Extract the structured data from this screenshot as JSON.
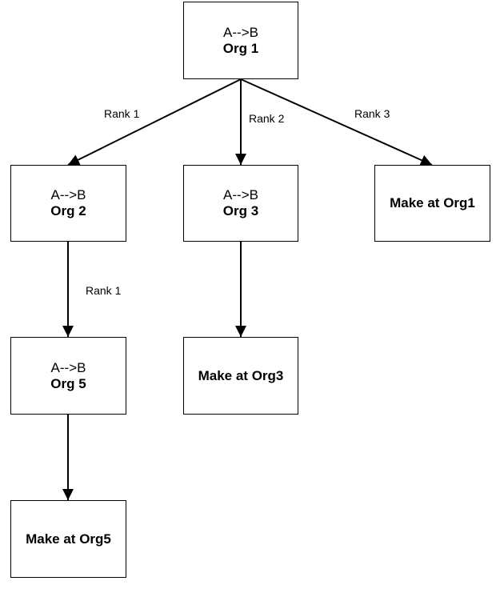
{
  "nodes": {
    "org1": {
      "line1": "A-->B",
      "line2": "Org 1"
    },
    "org2": {
      "line1": "A-->B",
      "line2": "Org 2"
    },
    "org3": {
      "line1": "A-->B",
      "line2": "Org 3"
    },
    "make_org1": {
      "label": "Make at Org1"
    },
    "org5": {
      "line1": "A-->B",
      "line2": "Org 5"
    },
    "make_org3": {
      "label": "Make at Org3"
    },
    "make_org5": {
      "label": "Make at Org5"
    }
  },
  "edges": {
    "org1_to_org2": "Rank 1",
    "org1_to_org3": "Rank 2",
    "org1_to_make_org1": "Rank 3",
    "org2_to_org5": "Rank 1"
  }
}
